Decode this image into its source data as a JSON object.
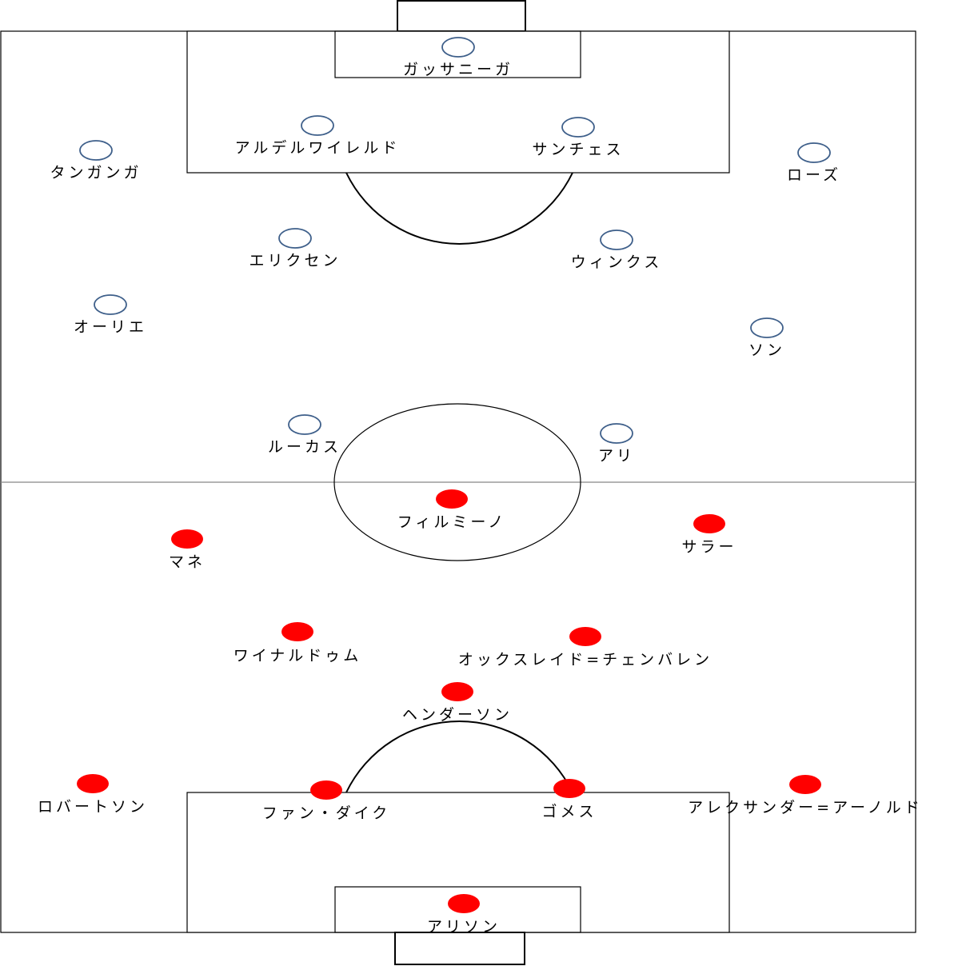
{
  "colors": {
    "line": "#000000",
    "away_outline": "#3e5f8a",
    "home_fill": "#ff0000",
    "background": "#ffffff"
  },
  "away_team": {
    "players": [
      {
        "name": "ガッサニーガ"
      },
      {
        "name": "アルデルワイレルド"
      },
      {
        "name": "サンチェス"
      },
      {
        "name": "タンガンガ"
      },
      {
        "name": "ローズ"
      },
      {
        "name": "エリクセン"
      },
      {
        "name": "ウィンクス"
      },
      {
        "name": "オーリエ"
      },
      {
        "name": "ソン"
      },
      {
        "name": "ルーカス"
      },
      {
        "name": "アリ"
      }
    ]
  },
  "home_team": {
    "players": [
      {
        "name": "フィルミーノ"
      },
      {
        "name": "マネ"
      },
      {
        "name": "サラー"
      },
      {
        "name": "ワイナルドゥム"
      },
      {
        "name": "オックスレイド=チェンバレン"
      },
      {
        "name": "ヘンダーソン"
      },
      {
        "name": "ロバートソン"
      },
      {
        "name": "ファン・ダイク"
      },
      {
        "name": "ゴメス"
      },
      {
        "name": "アレクサンダー=アーノルド"
      },
      {
        "name": "アリソン"
      }
    ]
  }
}
